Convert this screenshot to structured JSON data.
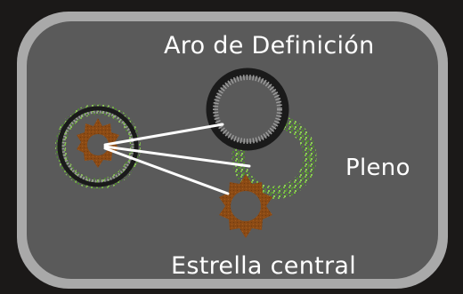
{
  "labels": {
    "definition_ring": "Aro de Definición",
    "full": "Pleno",
    "central_star": "Estrella central"
  },
  "colors": {
    "outer_background": "#1b1918",
    "panel_border": "#a9a9a9",
    "panel_fill": "#5a5a5a",
    "ring_dark": "#1a1a1a",
    "ring_ticks": "#9c9c9c",
    "star_brown": "#8b4a14",
    "foliage_green": "#6fb33a",
    "connector": "#ffffff"
  }
}
